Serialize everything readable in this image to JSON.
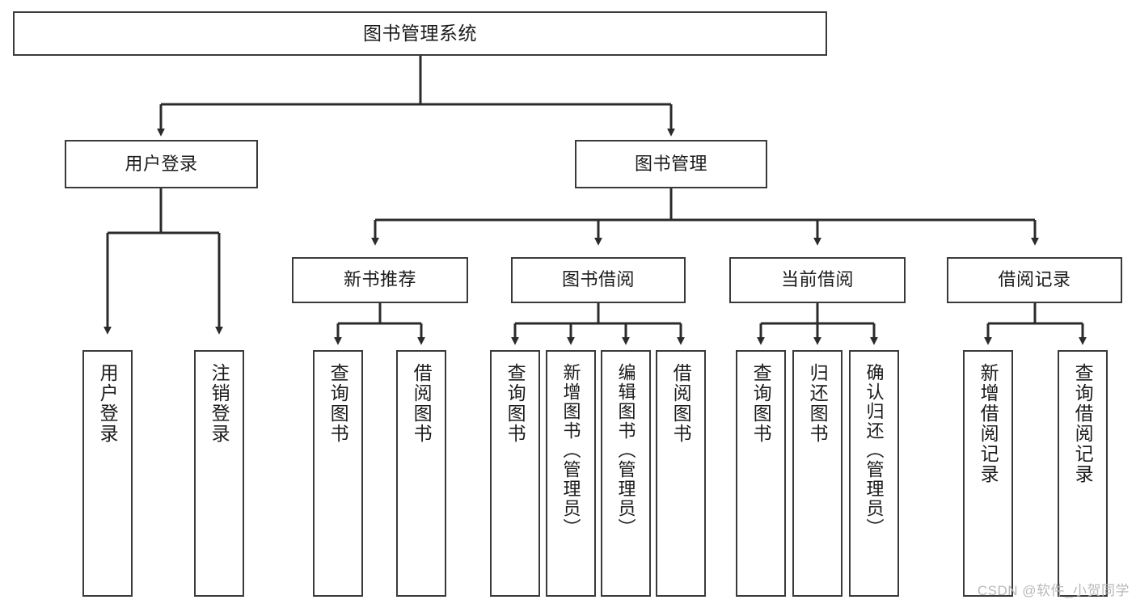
{
  "diagram": {
    "title": "图书管理系统",
    "type": "hierarchy-tree",
    "watermark": "CSDN @软件_小贺同学",
    "colors": {
      "background": "#ffffff",
      "box_border": "#3a3a3a",
      "box_fill": "#ffffff",
      "connector": "#2b2b2b",
      "text": "#1b1b1b",
      "watermark": "#b9b9b9"
    },
    "levels": {
      "root": {
        "label": "图书管理系统"
      },
      "level2": [
        {
          "label": "用户登录"
        },
        {
          "label": "图书管理"
        }
      ],
      "level3": [
        {
          "label": "新书推荐",
          "parent": "图书管理"
        },
        {
          "label": "图书借阅",
          "parent": "图书管理"
        },
        {
          "label": "当前借阅",
          "parent": "图书管理"
        },
        {
          "label": "借阅记录",
          "parent": "图书管理"
        }
      ],
      "leaves": {
        "用户登录": [
          {
            "label": "用户登录"
          },
          {
            "label": "注销登录"
          }
        ],
        "新书推荐": [
          {
            "label": "查询图书"
          },
          {
            "label": "借阅图书"
          }
        ],
        "图书借阅": [
          {
            "label": "查询图书"
          },
          {
            "label": "新增图书（管理员）"
          },
          {
            "label": "编辑图书（管理员）"
          },
          {
            "label": "借阅图书"
          }
        ],
        "当前借阅": [
          {
            "label": "查询图书"
          },
          {
            "label": "归还图书"
          },
          {
            "label": "确认归还（管理员）"
          }
        ],
        "借阅记录": [
          {
            "label": "新增借阅记录"
          },
          {
            "label": "查询借阅记录"
          }
        ]
      }
    }
  }
}
